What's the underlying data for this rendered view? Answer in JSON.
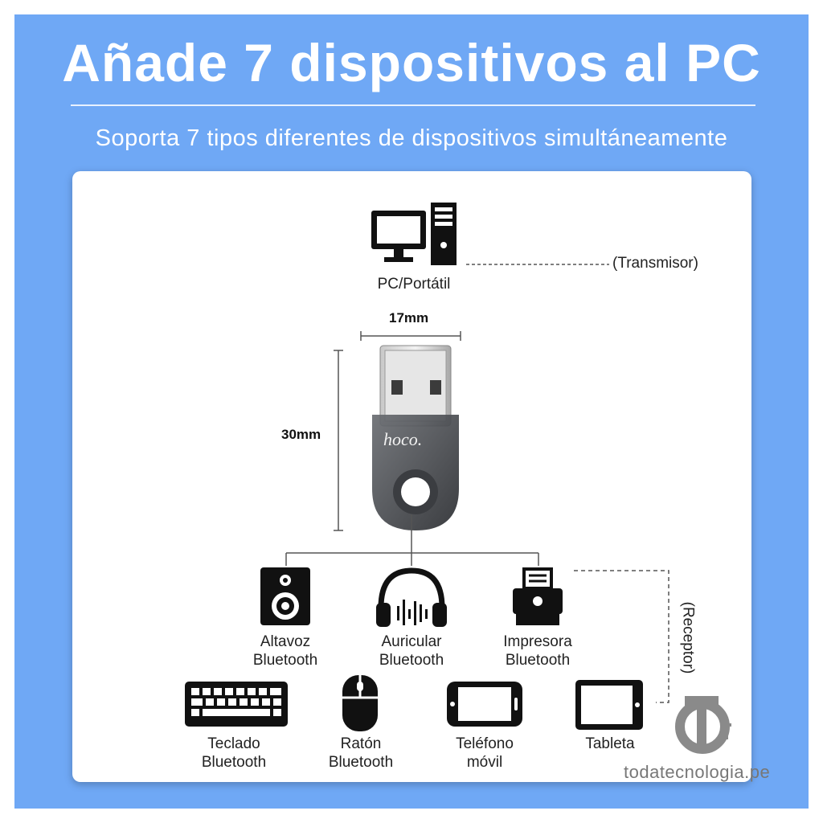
{
  "header": {
    "title": "Añade 7 dispositivos al PC",
    "subtitle": "Soporta 7 tipos diferentes de dispositivos simultáneamente"
  },
  "diagram": {
    "pc_label": "PC/Portátil",
    "transmitter_label": "(Transmisor)",
    "receiver_label": "(Receptor)",
    "width_dim": "17mm",
    "height_dim": "30mm",
    "adapter_brand": "hoco.",
    "devices": [
      {
        "line1": "Altavoz",
        "line2": "Bluetooth",
        "icon": "speaker-icon"
      },
      {
        "line1": "Auricular",
        "line2": "Bluetooth",
        "icon": "headphones-icon"
      },
      {
        "line1": "Impresora",
        "line2": "Bluetooth",
        "icon": "printer-icon"
      },
      {
        "line1": "Teclado",
        "line2": "Bluetooth",
        "icon": "keyboard-icon"
      },
      {
        "line1": "Ratón",
        "line2": "Bluetooth",
        "icon": "mouse-icon"
      },
      {
        "line1": "Teléfono",
        "line2": "móvil",
        "icon": "phone-icon"
      },
      {
        "line1": "Tableta",
        "line2": "",
        "icon": "tablet-icon"
      }
    ]
  },
  "watermark": {
    "text": "todatecnologia.pe"
  },
  "colors": {
    "background": "#6fa8f5",
    "card": "#ffffff",
    "icons": "#111111"
  }
}
